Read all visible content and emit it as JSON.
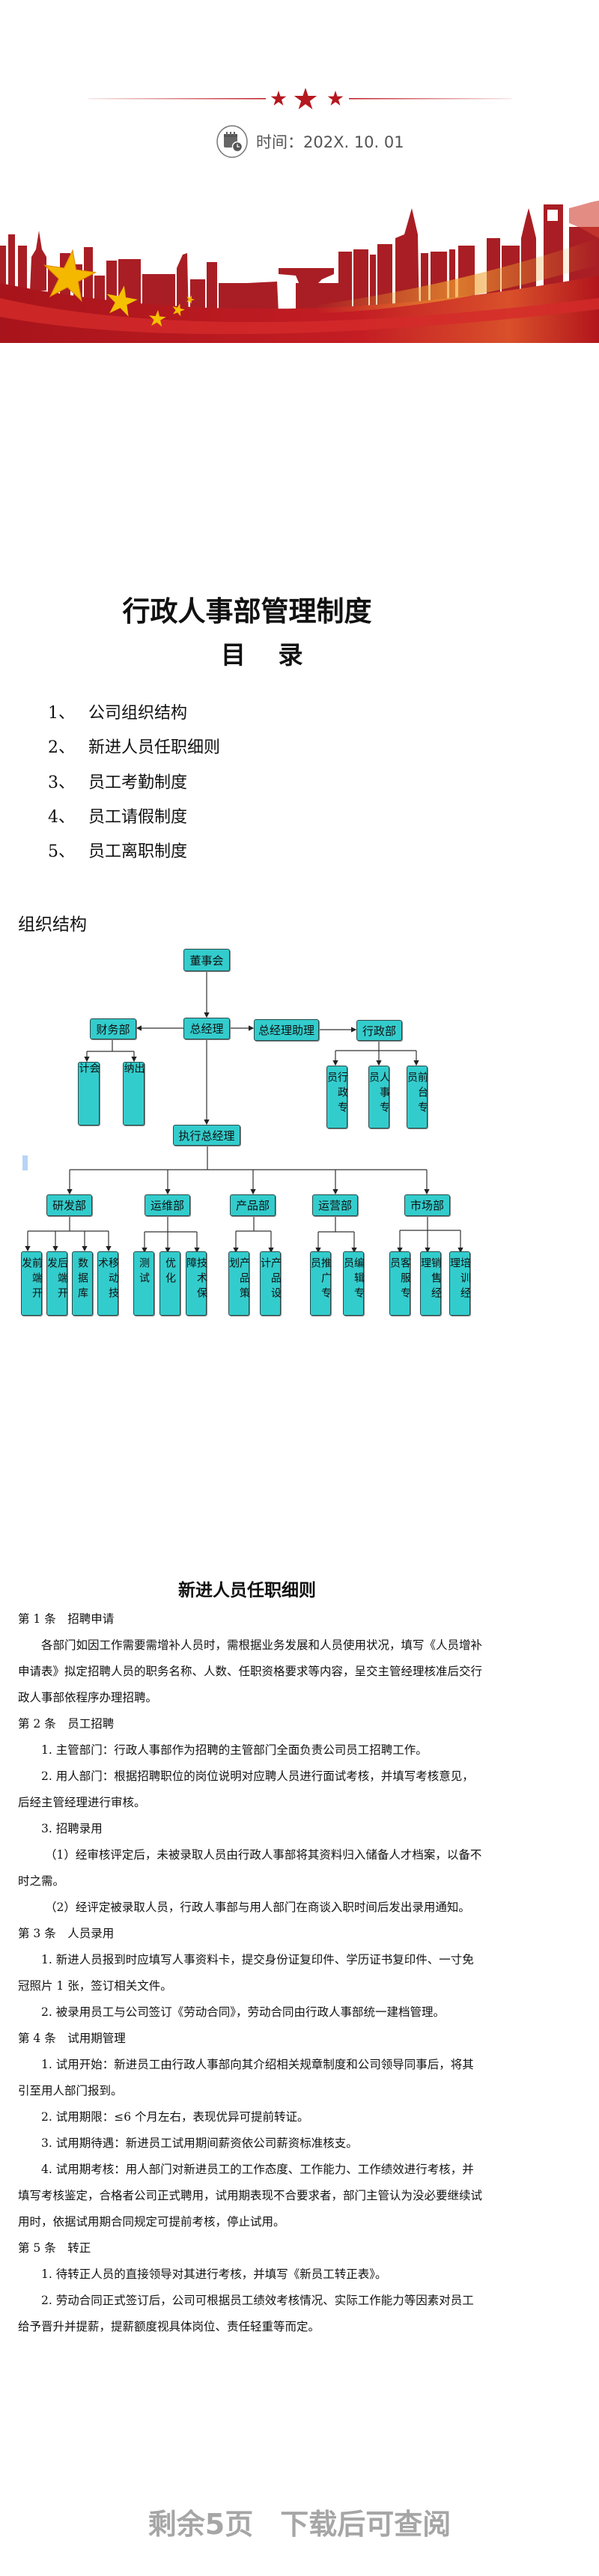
{
  "cover": {
    "time_label": "时间：202X. 10. 01",
    "icon": "calendar-clock-icon",
    "accent_red": "#c0171e",
    "star_gold": "#f5b800"
  },
  "toc": {
    "doc_title": "行政人事部管理制度",
    "title": "目 录",
    "items": [
      {
        "num": "1、",
        "label": "公司组织结构"
      },
      {
        "num": "2、",
        "label": "新进人员任职细则"
      },
      {
        "num": "3、",
        "label": "员工考勤制度"
      },
      {
        "num": "4、",
        "label": "员工请假制度"
      },
      {
        "num": "5、",
        "label": "员工离职制度"
      }
    ]
  },
  "org": {
    "section_label": "组织结构",
    "node_color": "#33cccc",
    "board": "董事会",
    "gm": "总经理",
    "finance": "财务部",
    "gm_assistant": "总经理助理",
    "admin": "行政部",
    "finance_children": [
      "会计",
      "出纳"
    ],
    "admin_children": [
      "行政专员",
      "人事专员",
      "前台专员"
    ],
    "exec_gm": "执行总经理",
    "departments": [
      {
        "name": "研发部",
        "children": [
          "前端开发",
          "后端开发",
          "数据库",
          "移动技术"
        ]
      },
      {
        "name": "运维部",
        "children": [
          "测试",
          "优化",
          "技术保障"
        ]
      },
      {
        "name": "产品部",
        "children": [
          "产品策划",
          "产品设计"
        ]
      },
      {
        "name": "运营部",
        "children": [
          "推广专员",
          "编辑专员"
        ]
      },
      {
        "name": "市场部",
        "children": [
          "客服专员",
          "销售经理",
          "培训经理"
        ]
      }
    ]
  },
  "rules": {
    "title": "新进人员任职细则",
    "lines": [
      {
        "t": "第 1 条　招聘申请",
        "c": ""
      },
      {
        "t": "各部门如因工作需要需增补人员时，需根据业务发展和人员使用状况，填写《人员增补",
        "c": "i1"
      },
      {
        "t": "申请表》拟定招聘人员的职务名称、人数、任职资格要求等内容，呈交主管经理核准后交行",
        "c": ""
      },
      {
        "t": "政人事部依程序办理招聘。",
        "c": ""
      },
      {
        "t": "第 2 条　员工招聘",
        "c": ""
      },
      {
        "t": "1. 主管部门：行政人事部作为招聘的主管部门全面负责公司员工招聘工作。",
        "c": "i1"
      },
      {
        "t": "2. 用人部门：根据招聘职位的岗位说明对应聘人员进行面试考核，并填写考核意见，",
        "c": "i1"
      },
      {
        "t": "后经主管经理进行审核。",
        "c": ""
      },
      {
        "t": "3. 招聘录用",
        "c": "i1"
      },
      {
        "t": "（1）经审核评定后，未被录取人员由行政人事部将其资料归入储备人才档案，以备不",
        "c": "i2"
      },
      {
        "t": "时之需。",
        "c": ""
      },
      {
        "t": "（2）经评定被录取人员，行政人事部与用人部门在商谈入职时间后发出录用通知。",
        "c": "i2"
      },
      {
        "t": "第 3 条　人员录用",
        "c": ""
      },
      {
        "t": "1. 新进人员报到时应填写人事资料卡，提交身份证复印件、学历证书复印件、一寸免",
        "c": "i1"
      },
      {
        "t": "冠照片 1 张，签订相关文件。",
        "c": ""
      },
      {
        "t": "2. 被录用员工与公司签订《劳动合同》，劳动合同由行政人事部统一建档管理。",
        "c": "i1"
      },
      {
        "t": "第 4 条　试用期管理",
        "c": ""
      },
      {
        "t": "1. 试用开始：新进员工由行政人事部向其介绍相关规章制度和公司领导同事后，将其",
        "c": "i1"
      },
      {
        "t": "引至用人部门报到。",
        "c": ""
      },
      {
        "t": "2. 试用期限：≤6 个月左右，表现优异可提前转证。",
        "c": "i1"
      },
      {
        "t": "3. 试用期待遇：新进员工试用期间薪资依公司薪资标准核支。",
        "c": "i1"
      },
      {
        "t": "4. 试用期考核：用人部门对新进员工的工作态度、工作能力、工作绩效进行考核，并",
        "c": "i1"
      },
      {
        "t": "填写考核鉴定，合格者公司正式聘用，试用期表现不合要求者，部门主管认为没必要继续试",
        "c": ""
      },
      {
        "t": "用时，依据试用期合同规定可提前考核，停止试用。",
        "c": ""
      },
      {
        "t": "第 5 条　转正",
        "c": ""
      },
      {
        "t": "1. 待转正人员的直接领导对其进行考核，并填写《新员工转正表》。",
        "c": "i1"
      },
      {
        "t": "2. 劳动合同正式签订后，公司可根据员工绩效考核情况、实际工作能力等因素对员工",
        "c": "i1"
      },
      {
        "t": "给予晋升并提薪，提薪额度视具体岗位、责任轻重等而定。",
        "c": ""
      }
    ]
  },
  "footer": {
    "remaining": "剩余5页",
    "download": "下载后可查阅",
    "color": "#a6a6a6"
  }
}
